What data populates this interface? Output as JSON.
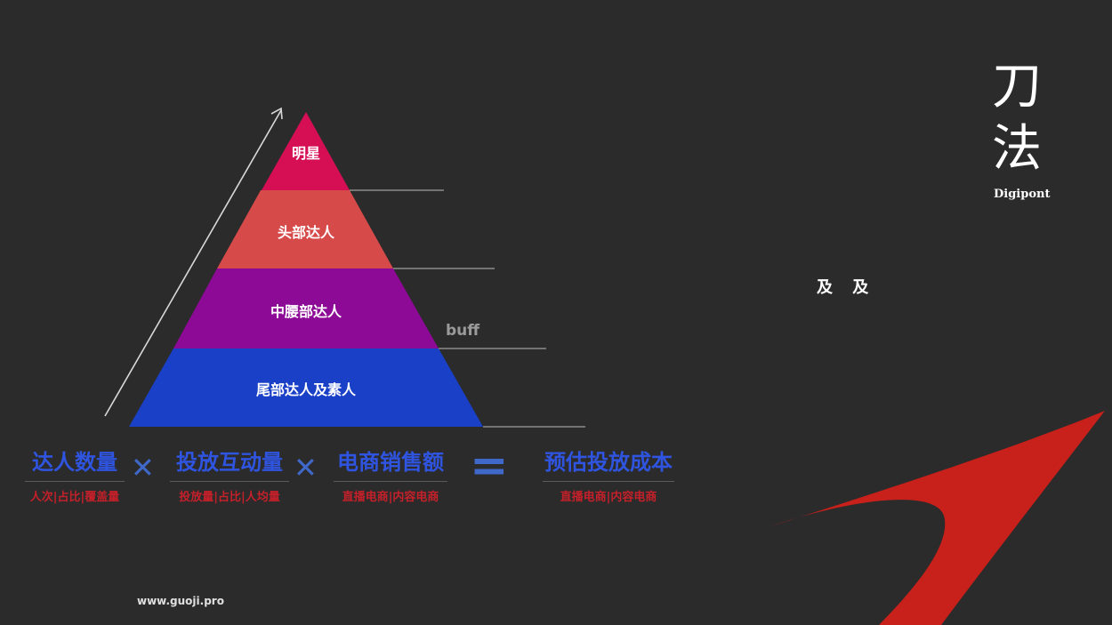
{
  "pyramid": {
    "tiers": [
      {
        "label": "明星",
        "color": "#d60f55"
      },
      {
        "label": "头部达人",
        "color": "#d64a4a"
      },
      {
        "label": "中腰部达人",
        "color": "#8c0a96"
      },
      {
        "label": "尾部达人及素人",
        "color": "#1b40c8"
      }
    ],
    "buff_label": "buff"
  },
  "logo": {
    "char_top": "刀",
    "char_bottom": "法",
    "subtitle": "Digipont"
  },
  "middle_text": "及 及",
  "formula": {
    "terms": [
      {
        "main": "达人数量",
        "sub": "人次|占比|覆盖量"
      },
      {
        "main": "投放互动量",
        "sub": "投放量|占比|人均量"
      },
      {
        "main": "电商销售额",
        "sub": "直播电商|内容电商"
      },
      {
        "main": "预估投放成本",
        "sub": "直播电商|内容电商"
      }
    ],
    "operators": [
      "✕",
      "✕",
      "="
    ]
  },
  "footer": "www.guoji.pro",
  "colors": {
    "background": "#2b2b2b",
    "formula_blue": "#2f54e0",
    "formula_red": "#c4202a",
    "accent_red": "#c8201a"
  }
}
